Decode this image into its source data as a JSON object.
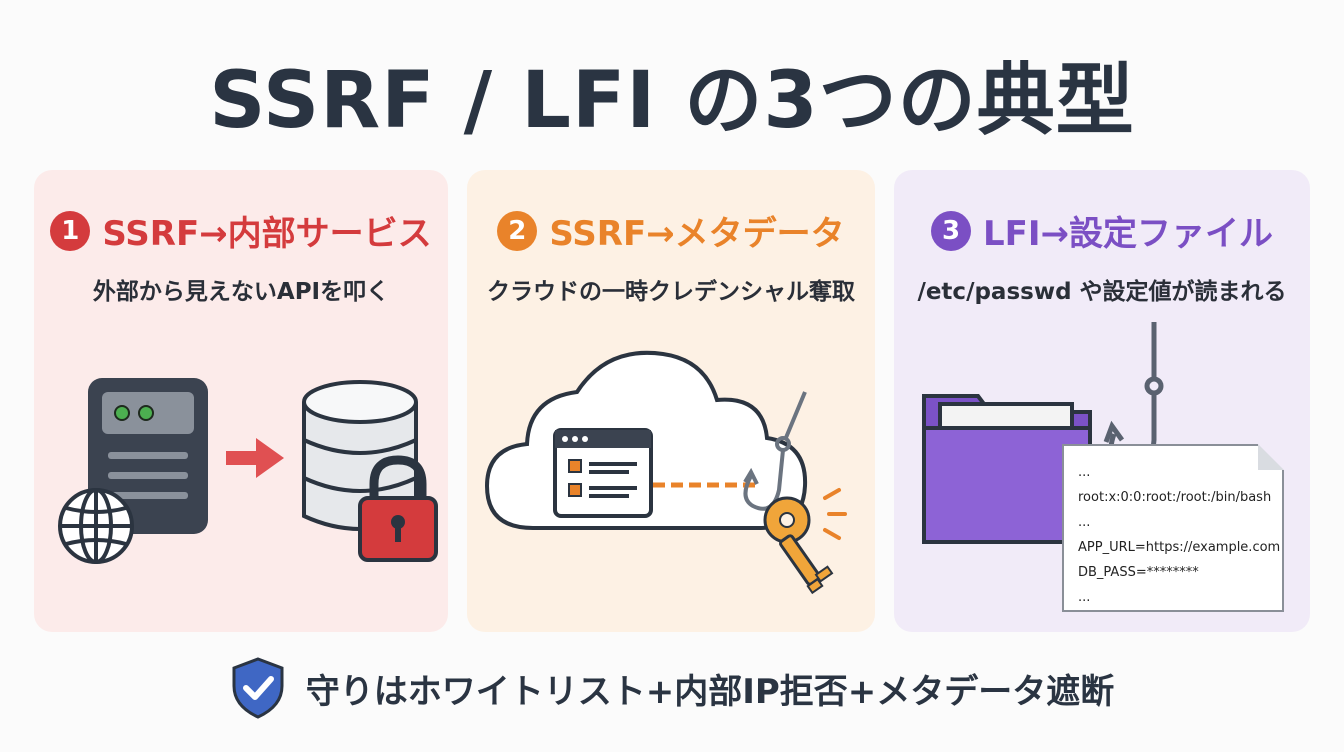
{
  "title": "SSRF / LFI の3つの典型",
  "cards": [
    {
      "number": "1",
      "heading": "SSRF→内部サービス",
      "subtitle": "外部から見えないAPIを叩く",
      "accent": "#d43b3d",
      "icons": [
        "server-icon",
        "globe-icon",
        "arrow-right-icon",
        "database-icon",
        "lock-icon"
      ]
    },
    {
      "number": "2",
      "heading": "SSRF→メタデータ",
      "subtitle": "クラウドの一時クレデンシャル奪取",
      "accent": "#e9832a",
      "icons": [
        "cloud-icon",
        "browser-window-icon",
        "fishing-hook-icon",
        "key-icon"
      ]
    },
    {
      "number": "3",
      "heading": "LFI→設定ファイル",
      "subtitle": "/etc/passwd や設定値が読まれる",
      "accent": "#7b4fc4",
      "icons": [
        "folder-icon",
        "fishing-hook-icon",
        "document-icon"
      ],
      "config_lines": [
        "...",
        "root:x:0:0:root:/root:/bin/bash",
        "...",
        "APP_URL=https://example.com",
        "DB_PASS=********",
        "..."
      ]
    }
  ],
  "footer": {
    "text": "守りはホワイトリスト+内部IP拒否+メタデータ遮断",
    "icon": "shield-check-icon"
  }
}
